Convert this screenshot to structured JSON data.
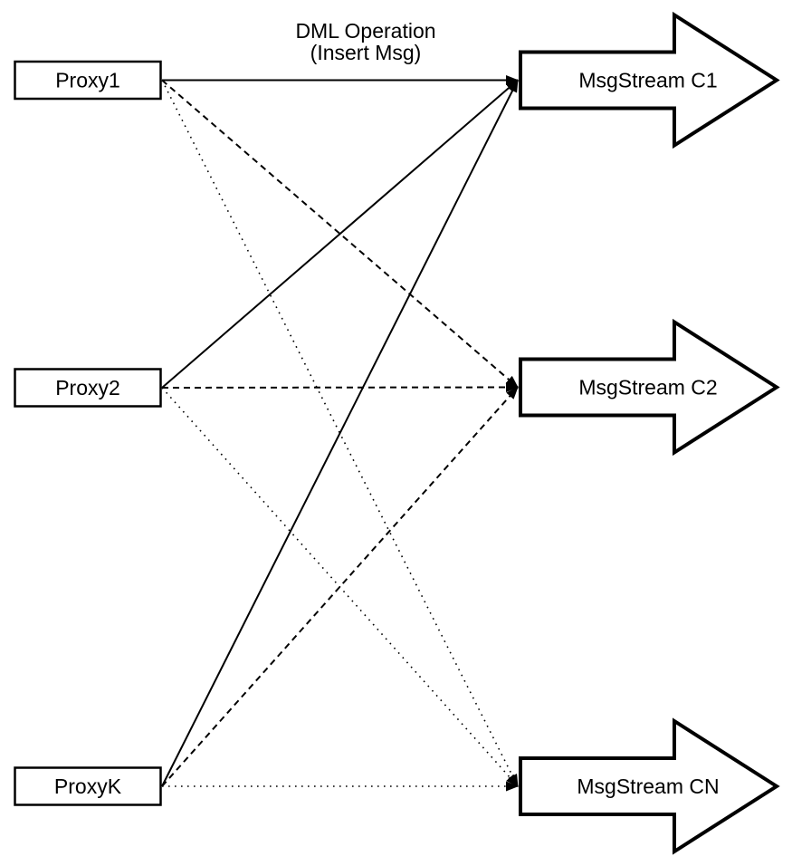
{
  "diagram": {
    "title": {
      "line1": "DML Operation",
      "line2": "(Insert Msg)"
    },
    "proxies": [
      {
        "id": "proxy1",
        "label": "Proxy1"
      },
      {
        "id": "proxy2",
        "label": "Proxy2"
      },
      {
        "id": "proxyk",
        "label": "ProxyK"
      }
    ],
    "streams": [
      {
        "id": "c1",
        "label": "MsgStream C1"
      },
      {
        "id": "c2",
        "label": "MsgStream C2"
      },
      {
        "id": "cn",
        "label": "MsgStream CN"
      }
    ],
    "connections": [
      {
        "from": "proxy1",
        "to": "c1",
        "style": "solid"
      },
      {
        "from": "proxy2",
        "to": "c1",
        "style": "solid"
      },
      {
        "from": "proxyk",
        "to": "c1",
        "style": "solid"
      },
      {
        "from": "proxy1",
        "to": "c2",
        "style": "dashed"
      },
      {
        "from": "proxy2",
        "to": "c2",
        "style": "dashed"
      },
      {
        "from": "proxyk",
        "to": "c2",
        "style": "dashed"
      },
      {
        "from": "proxy1",
        "to": "cn",
        "style": "dotted"
      },
      {
        "from": "proxy2",
        "to": "cn",
        "style": "dotted"
      },
      {
        "from": "proxyk",
        "to": "cn",
        "style": "dotted"
      }
    ],
    "colors": {
      "line": "#000000",
      "fill": "#ffffff",
      "text": "#000000"
    }
  }
}
